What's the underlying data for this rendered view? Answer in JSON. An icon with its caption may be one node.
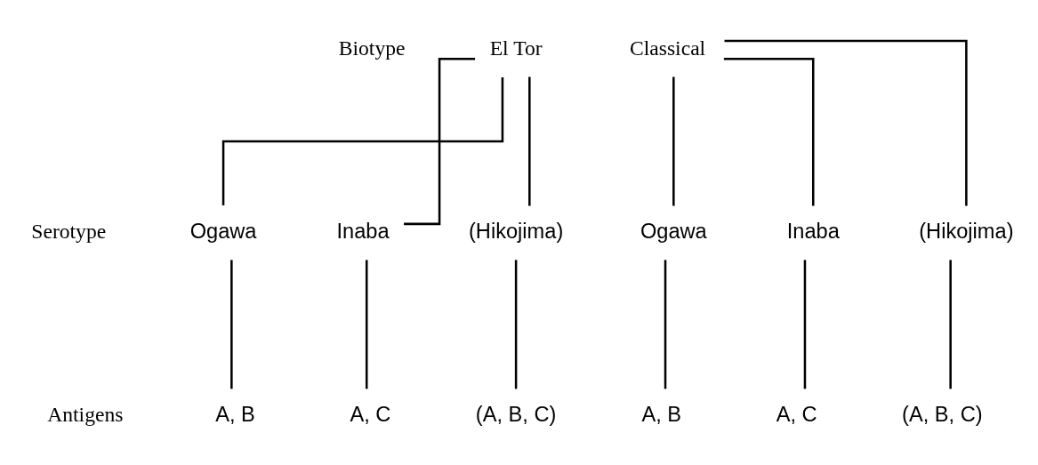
{
  "diagram": {
    "nodes": [
      {
        "text": [
          "El Tor"
        ]
      },
      {
        "text": [
          "Classical"
        ]
      },
      {
        "text": [
          "Ogawa"
        ]
      },
      {
        "text": [
          "Inaba"
        ]
      },
      {
        "text": [
          "(Hikojima)"
        ]
      },
      {
        "text": [
          "Ogawa"
        ]
      },
      {
        "text": [
          "Inaba"
        ]
      },
      {
        "text": [
          "(Hikojima)"
        ]
      },
      {
        "text": [
          "A, B"
        ]
      },
      {
        "text": [
          "A, C"
        ]
      },
      {
        "text": [
          "(A, B, C)"
        ]
      },
      {
        "text": [
          "A, B"
        ]
      },
      {
        "text": [
          "A, C"
        ]
      },
      {
        "text": [
          "(A, B, C)"
        ]
      }
    ],
    "edges": [
      {
        "from": 0,
        "to": 2,
        "arrow": "none"
      },
      {
        "from": 0,
        "to": 3,
        "arrow": "none"
      },
      {
        "from": 0,
        "to": 4,
        "arrow": "none"
      },
      {
        "from": 1,
        "to": 5,
        "arrow": "none"
      },
      {
        "from": 1,
        "to": 6,
        "arrow": "none"
      },
      {
        "from": 1,
        "to": 7,
        "arrow": "none"
      },
      {
        "from": 2,
        "to": 8,
        "arrow": "none"
      },
      {
        "from": 3,
        "to": 9,
        "arrow": "none"
      },
      {
        "from": 4,
        "to": 10,
        "arrow": "none"
      },
      {
        "from": 5,
        "to": 11,
        "arrow": "none"
      },
      {
        "from": 6,
        "to": 12,
        "arrow": "none"
      },
      {
        "from": 7,
        "to": 13,
        "arrow": "none"
      }
    ],
    "labels": [
      "Biotype",
      "Serotype",
      "Antigens"
    ]
  }
}
